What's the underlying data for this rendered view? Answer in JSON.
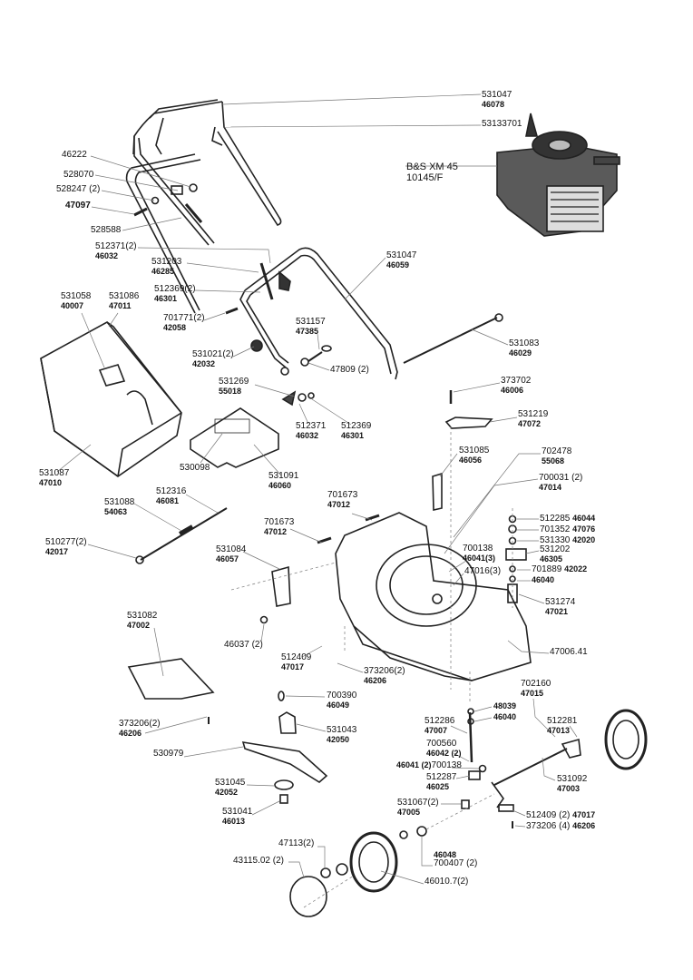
{
  "engine": {
    "model": "B&S XM 45",
    "code": "10145/F"
  },
  "callouts": [
    {
      "id": "upper-handle",
      "a": "531047",
      "b": "46078"
    },
    {
      "id": "handle-bracket",
      "a": "53133701",
      "b": ""
    },
    {
      "id": "washer-46222",
      "a": "46222",
      "b": ""
    },
    {
      "id": "clip-528070",
      "a": "528070",
      "b": ""
    },
    {
      "id": "nut-528247",
      "a": "528247 (2)",
      "b": ""
    },
    {
      "id": "bolt-47097",
      "a": "47097",
      "b": ""
    },
    {
      "id": "cable-528588",
      "a": "528588",
      "b": ""
    },
    {
      "id": "washer-512371-2",
      "a": "512371(2)",
      "b": "46032"
    },
    {
      "id": "lever-531203",
      "a": "531203",
      "b": "46285"
    },
    {
      "id": "nut-512369-2",
      "a": "512369(2)",
      "b": "46301"
    },
    {
      "id": "bag-plate-531058",
      "a": "531058",
      "b": "40007"
    },
    {
      "id": "bag-handle-531086",
      "a": "531086",
      "b": "47011"
    },
    {
      "id": "bolt-701771",
      "a": "701771(2)",
      "b": "42058"
    },
    {
      "id": "knob-531021",
      "a": "531021(2)",
      "b": "42032"
    },
    {
      "id": "knob-531269",
      "a": "531269",
      "b": "55018"
    },
    {
      "id": "washer-512371",
      "a": "512371",
      "b": "46032"
    },
    {
      "id": "nut-512369",
      "a": "512369",
      "b": "46301"
    },
    {
      "id": "eyebolt-531157",
      "a": "531157",
      "b": "47385"
    },
    {
      "id": "nut-47809",
      "a": "47809 (2)",
      "b": ""
    },
    {
      "id": "lower-handle",
      "a": "531047",
      "b": "46059"
    },
    {
      "id": "rod-531083",
      "a": "531083",
      "b": "46029"
    },
    {
      "id": "screw-373702",
      "a": "373702",
      "b": "46006"
    },
    {
      "id": "plate-531219",
      "a": "531219",
      "b": "47072"
    },
    {
      "id": "grass-bag",
      "a": "531087",
      "b": "47010"
    },
    {
      "id": "label-530098",
      "a": "530098",
      "b": ""
    },
    {
      "id": "cover-531091",
      "a": "531091",
      "b": "46060"
    },
    {
      "id": "spring-512316",
      "a": "512316",
      "b": "46081"
    },
    {
      "id": "rod-531088",
      "a": "531088",
      "b": "54063"
    },
    {
      "id": "cap-510277",
      "a": "510277(2)",
      "b": "42017"
    },
    {
      "id": "bolt-701673-a",
      "a": "701673",
      "b": "47012"
    },
    {
      "id": "bolt-701673-b",
      "a": "701673",
      "b": "47012"
    },
    {
      "id": "bracket-531084",
      "a": "531084",
      "b": "46057"
    },
    {
      "id": "bracket-531085",
      "a": "531085",
      "b": "46056"
    },
    {
      "id": "bolt-702478",
      "a": "702478",
      "b": "55068"
    },
    {
      "id": "bolt-700031",
      "a": "700031 (2)",
      "b": "47014"
    },
    {
      "id": "part-512285",
      "a": "512285",
      "b": "46044",
      "inline": true
    },
    {
      "id": "part-701352",
      "a": "701352",
      "b": "47076",
      "inline": true
    },
    {
      "id": "part-531330",
      "a": "531330",
      "b": "42020",
      "inline": true
    },
    {
      "id": "block-531202",
      "a": "531202",
      "b": "46305"
    },
    {
      "id": "part-701889",
      "a": "701889",
      "b": "42022",
      "inline": true
    },
    {
      "id": "washer-46040-a",
      "a": "",
      "b": "46040"
    },
    {
      "id": "spacer-531274",
      "a": "531274",
      "b": "47021"
    },
    {
      "id": "bolt-700138",
      "a": "700138",
      "b": "46041(3)"
    },
    {
      "id": "bolt-47016",
      "a": "47016(3)",
      "b": ""
    },
    {
      "id": "deck",
      "a": "47006.41",
      "b": ""
    },
    {
      "id": "washer-46037",
      "a": "46037 (2)",
      "b": ""
    },
    {
      "id": "clip-512409",
      "a": "512409",
      "b": "47017"
    },
    {
      "id": "screw-373206-a",
      "a": "373206(2)",
      "b": "46206"
    },
    {
      "id": "flap-531082",
      "a": "531082",
      "b": "47002"
    },
    {
      "id": "key-700390",
      "a": "700390",
      "b": "46049"
    },
    {
      "id": "adapter-531043",
      "a": "531043",
      "b": "42050"
    },
    {
      "id": "screw-373206-b",
      "a": "373206(2)",
      "b": "46206"
    },
    {
      "id": "blade",
      "a": "530979",
      "b": ""
    },
    {
      "id": "washer-531045",
      "a": "531045",
      "b": "42052"
    },
    {
      "id": "bolt-531041",
      "a": "531041",
      "b": "46013"
    },
    {
      "id": "nut-47113",
      "a": "47113(2)",
      "b": ""
    },
    {
      "id": "hubcap-43115",
      "a": "43115.02 (2)",
      "b": ""
    },
    {
      "id": "washer-48039",
      "a": "",
      "b": "48039"
    },
    {
      "id": "washer-46040-b",
      "a": "",
      "b": "46040"
    },
    {
      "id": "shaft-512286",
      "a": "512286",
      "b": "47007"
    },
    {
      "id": "pin-700560",
      "a": "700560",
      "b": "46042 (2)"
    },
    {
      "id": "bolt-700138-b",
      "a": "700138",
      "b": "46041 (2)",
      "reverse": true
    },
    {
      "id": "bush-512287",
      "a": "512287",
      "b": "46025"
    },
    {
      "id": "bush-531067",
      "a": "531067(2)",
      "b": "47005"
    },
    {
      "id": "clip-702160",
      "a": "702160",
      "b": "47015"
    },
    {
      "id": "screw-512281",
      "a": "512281",
      "b": "47013"
    },
    {
      "id": "axle-531092",
      "a": "531092",
      "b": "47003"
    },
    {
      "id": "clip-512409-2",
      "a": "512409 (2)",
      "b": "47017",
      "inline": true
    },
    {
      "id": "screw-373206-4",
      "a": "373206 (4)",
      "b": "46206",
      "inline": true
    },
    {
      "id": "bearing-700407",
      "a": "700407 (2)",
      "b": "46048",
      "top": true
    },
    {
      "id": "wheel",
      "a": "46010.7(2)",
      "b": ""
    }
  ]
}
